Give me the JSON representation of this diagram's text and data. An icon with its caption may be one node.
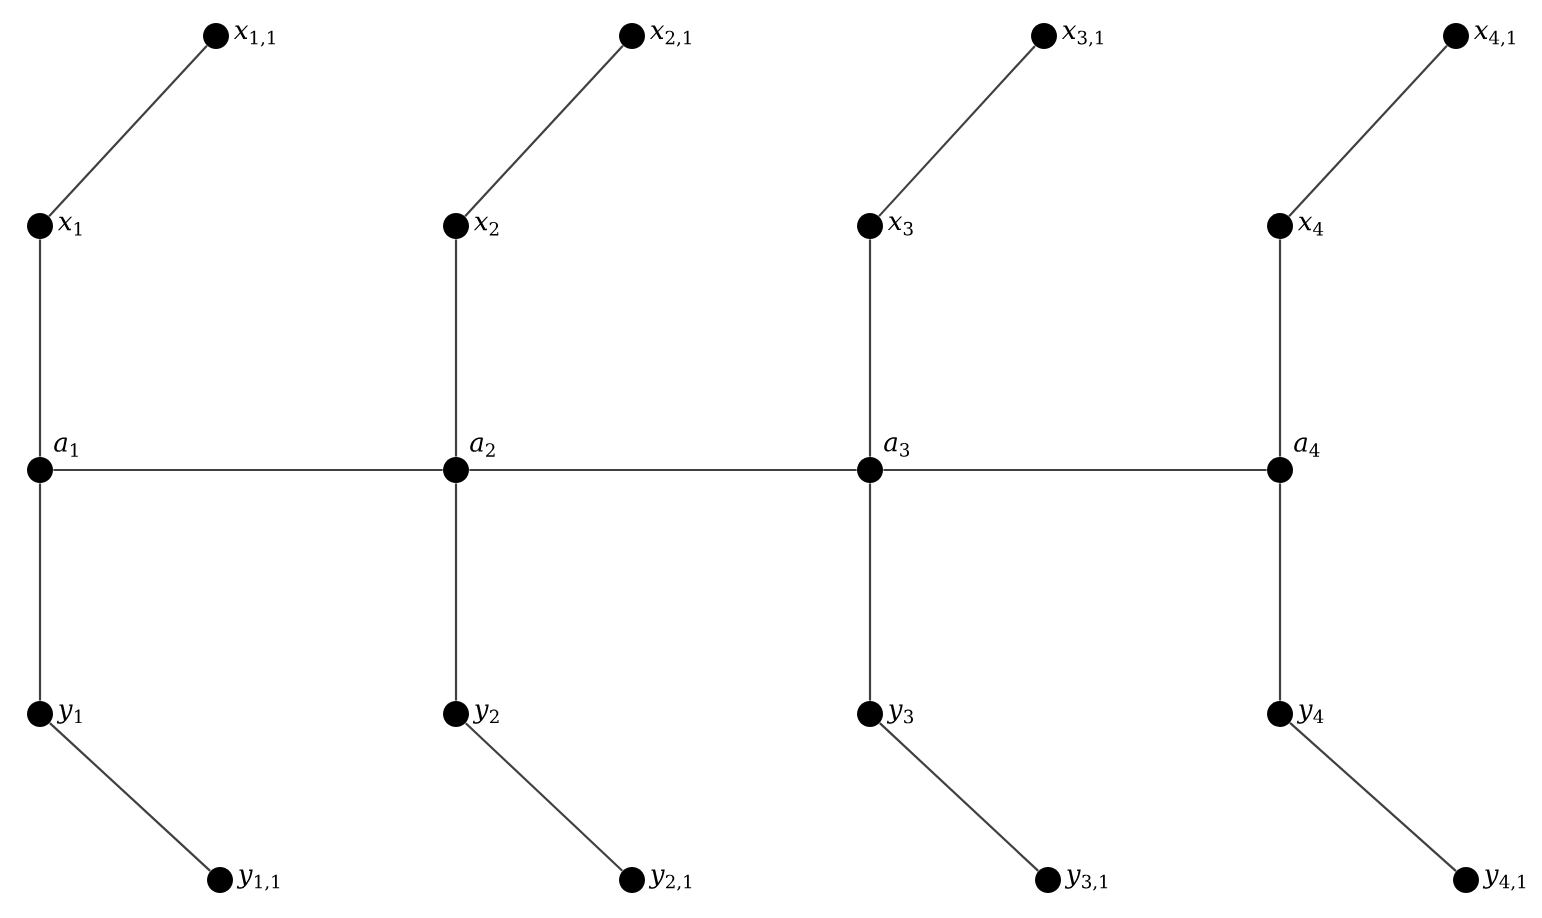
{
  "diagram": {
    "nodes": [
      {
        "text": [],
        "shape": "circle",
        "beside": [
          "*x*$_{1,1}$"
        ]
      },
      {
        "text": [],
        "shape": "circle",
        "beside": [
          "*x*$_{2,1}$"
        ]
      },
      {
        "text": [],
        "shape": "circle",
        "beside": [
          "*x*$_{3,1}$"
        ]
      },
      {
        "text": [],
        "shape": "circle",
        "beside": [
          "*x*$_{4,1}$"
        ]
      },
      {
        "text": [],
        "shape": "circle",
        "beside": [
          "*x*$_{1}$"
        ]
      },
      {
        "text": [],
        "shape": "circle",
        "beside": [
          "*x*$_{2}$"
        ]
      },
      {
        "text": [],
        "shape": "circle",
        "beside": [
          "*x*$_{3}$"
        ]
      },
      {
        "text": [],
        "shape": "circle",
        "beside": [
          "*x*$_{4}$"
        ]
      },
      {
        "text": [],
        "shape": "circle",
        "beside": [
          "*a*$_{1}$"
        ]
      },
      {
        "text": [],
        "shape": "circle",
        "beside": [
          "*a*$_{2}$"
        ]
      },
      {
        "text": [],
        "shape": "circle",
        "beside": [
          "*a*$_{3}$"
        ]
      },
      {
        "text": [],
        "shape": "circle",
        "beside": [
          "*a*$_{4}$"
        ]
      },
      {
        "text": [],
        "shape": "circle",
        "beside": [
          "*y*$_{1}$"
        ]
      },
      {
        "text": [],
        "shape": "circle",
        "beside": [
          "*y*$_{2}$"
        ]
      },
      {
        "text": [],
        "shape": "circle",
        "beside": [
          "*y*$_{3}$"
        ]
      },
      {
        "text": [],
        "shape": "circle",
        "beside": [
          "*y*$_{4}$"
        ]
      },
      {
        "text": [],
        "shape": "circle",
        "beside": [
          "*y*$_{1,1}$"
        ]
      },
      {
        "text": [],
        "shape": "circle",
        "beside": [
          "*y*$_{2,1}$"
        ]
      },
      {
        "text": [],
        "shape": "circle",
        "beside": [
          "*y*$_{3,1}$"
        ]
      },
      {
        "text": [],
        "shape": "circle",
        "beside": [
          "*y*$_{4,1}$"
        ]
      }
    ],
    "edges": [
      {
        "from": 0,
        "to": 4,
        "arrow": "none"
      },
      {
        "from": 1,
        "to": 5,
        "arrow": "none"
      },
      {
        "from": 2,
        "to": 6,
        "arrow": "none"
      },
      {
        "from": 3,
        "to": 7,
        "arrow": "none"
      },
      {
        "from": 4,
        "to": 8,
        "arrow": "none"
      },
      {
        "from": 5,
        "to": 9,
        "arrow": "none"
      },
      {
        "from": 6,
        "to": 10,
        "arrow": "none"
      },
      {
        "from": 7,
        "to": 11,
        "arrow": "none"
      },
      {
        "from": 8,
        "to": 9,
        "arrow": "none"
      },
      {
        "from": 9,
        "to": 10,
        "arrow": "none"
      },
      {
        "from": 10,
        "to": 11,
        "arrow": "none"
      },
      {
        "from": 8,
        "to": 12,
        "arrow": "none"
      },
      {
        "from": 9,
        "to": 13,
        "arrow": "none"
      },
      {
        "from": 10,
        "to": 14,
        "arrow": "none"
      },
      {
        "from": 11,
        "to": 15,
        "arrow": "none"
      },
      {
        "from": 12,
        "to": 16,
        "arrow": "none"
      },
      {
        "from": 13,
        "to": 17,
        "arrow": "none"
      },
      {
        "from": 14,
        "to": 18,
        "arrow": "none"
      },
      {
        "from": 15,
        "to": 19,
        "arrow": "none"
      }
    ]
  }
}
